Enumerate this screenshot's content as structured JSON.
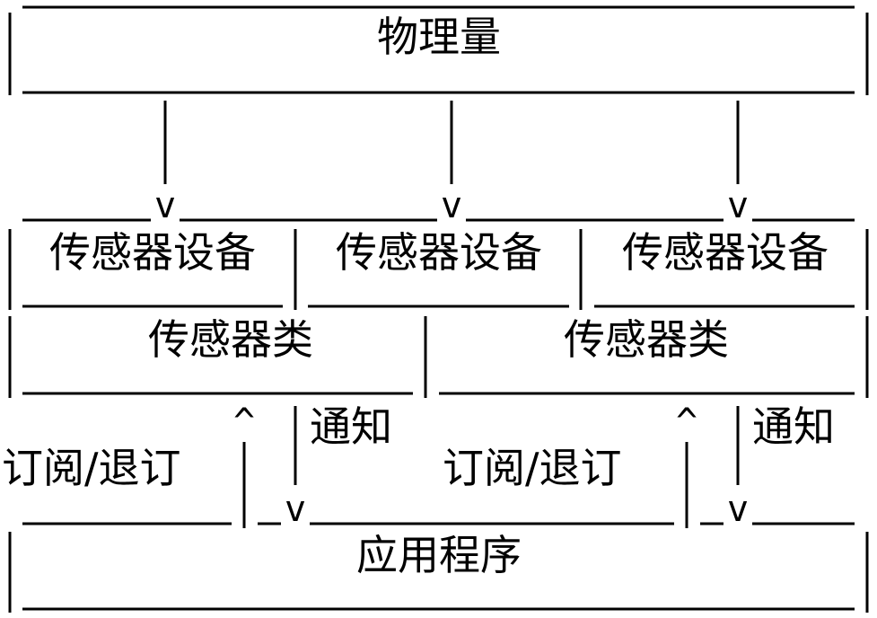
{
  "physical_quantity": {
    "label": "物理量"
  },
  "sensor_devices": [
    {
      "label": "传感器设备"
    },
    {
      "label": "传感器设备"
    },
    {
      "label": "传感器设备"
    }
  ],
  "sensor_classes": [
    {
      "label": "传感器类"
    },
    {
      "label": "传感器类"
    }
  ],
  "links": [
    {
      "subscribe_label": "订阅/退订",
      "notify_label": "通知"
    },
    {
      "subscribe_label": "订阅/退订",
      "notify_label": "通知"
    }
  ],
  "application": {
    "label": "应用程序"
  },
  "glyphs": {
    "down": "v",
    "up": "^"
  }
}
